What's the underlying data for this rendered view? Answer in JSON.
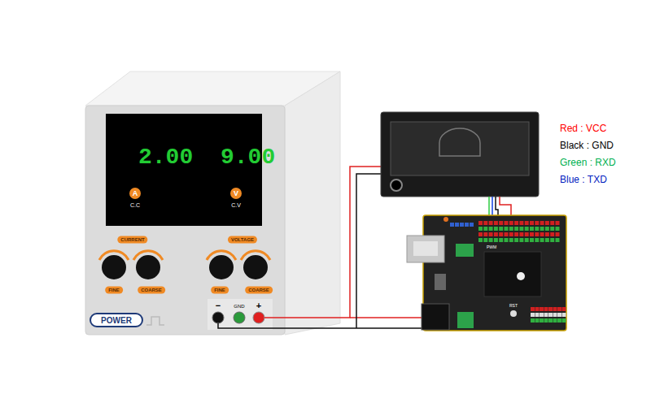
{
  "diagram": {
    "nodes": [
      {
        "text": [
          "2.00",
          "9.00"
        ]
      },
      {
        "text": [
          "A"
        ],
        "in": 0
      },
      {
        "text": [
          "V"
        ],
        "in": 0
      },
      {
        "text": [
          "POWER"
        ]
      }
    ],
    "labels": [
      "C.C",
      "C.V",
      "CURRENT",
      "FINE",
      "COARSE",
      "VOLTAGE",
      "FINE",
      "COARSE",
      "−",
      "GND",
      "+",
      "PWM",
      "RST"
    ],
    "legend": [
      {
        "text": "Red : VCC",
        "color": "#ff0000"
      },
      {
        "text": "Black : GND",
        "color": "#000000"
      },
      {
        "text": "Green : RXD",
        "color": "#00b050"
      },
      {
        "text": "Blue : TXD",
        "color": "#0020c0"
      }
    ]
  }
}
